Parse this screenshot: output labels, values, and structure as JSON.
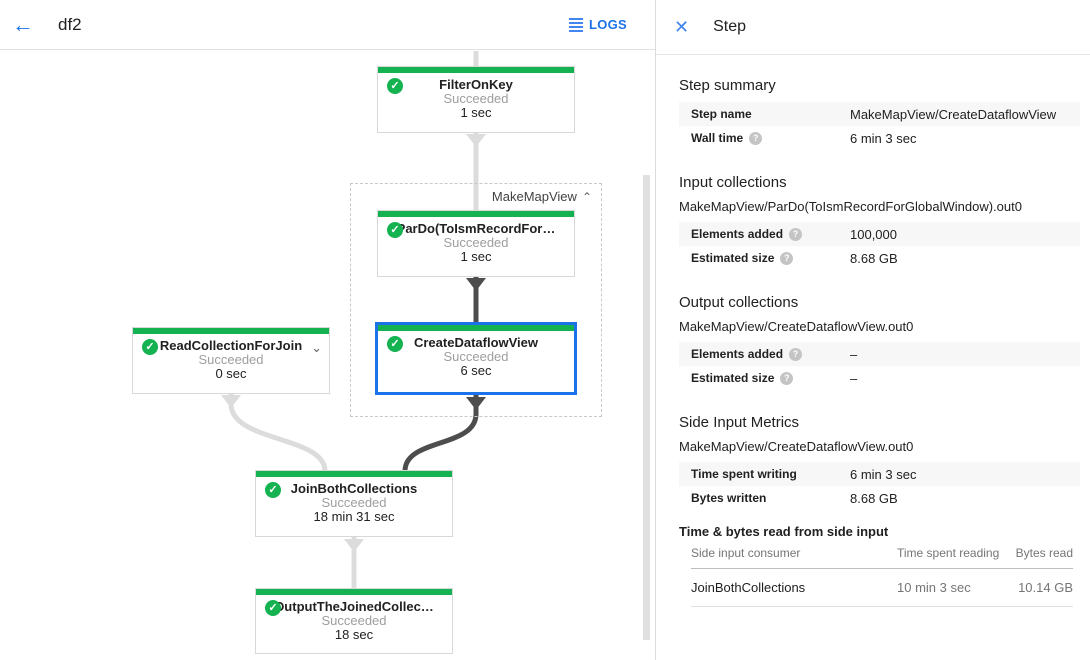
{
  "header": {
    "back_icon": "arrow-back",
    "job_title": "df2",
    "logs_label": "LOGS"
  },
  "panel": {
    "title": "Step",
    "close_icon": "close",
    "step_summary": {
      "heading": "Step summary",
      "rows": [
        {
          "label": "Step name",
          "value": "MakeMapView/CreateDataflowView",
          "help": false
        },
        {
          "label": "Wall time",
          "value": "6 min 3 sec",
          "help": true
        }
      ]
    },
    "input_collections": {
      "heading": "Input collections",
      "collection": "MakeMapView/ParDo(ToIsmRecordForGlobalWindow).out0",
      "rows": [
        {
          "label": "Elements added",
          "value": "100,000",
          "help": true
        },
        {
          "label": "Estimated size",
          "value": "8.68 GB",
          "help": true
        }
      ]
    },
    "output_collections": {
      "heading": "Output collections",
      "collection": "MakeMapView/CreateDataflowView.out0",
      "rows": [
        {
          "label": "Elements added",
          "value": "–",
          "help": true
        },
        {
          "label": "Estimated size",
          "value": "–",
          "help": true
        }
      ]
    },
    "side_input_metrics": {
      "heading": "Side Input Metrics",
      "collection": "MakeMapView/CreateDataflowView.out0",
      "rows": [
        {
          "label": "Time spent writing",
          "value": "6 min 3 sec",
          "help": false
        },
        {
          "label": "Bytes written",
          "value": "8.68 GB",
          "help": false
        }
      ]
    },
    "side_input_table": {
      "heading": "Time & bytes read from side input",
      "columns": [
        "Side input consumer",
        "Time spent reading",
        "Bytes read"
      ],
      "rows": [
        {
          "consumer": "JoinBothCollections",
          "time": "10 min 3 sec",
          "bytes": "10.14 GB"
        }
      ]
    }
  },
  "graph": {
    "group_label": "MakeMapView",
    "nodes": [
      {
        "title": "FilterOnKey",
        "status": "Succeeded",
        "time": "1 sec"
      },
      {
        "title": "ParDo(ToIsmRecordFor…",
        "status": "Succeeded",
        "time": "1 sec"
      },
      {
        "title": "CreateDataflowView",
        "status": "Succeeded",
        "time": "6 sec",
        "selected": true
      },
      {
        "title": "ReadCollectionForJoin",
        "status": "Succeeded",
        "time": "0 sec",
        "expandable": true
      },
      {
        "title": "JoinBothCollections",
        "status": "Succeeded",
        "time": "18 min 31 sec"
      },
      {
        "title": "OutputTheJoinedCollec…",
        "status": "Succeeded",
        "time": "18 sec"
      }
    ],
    "status_icon": "succeeded-check",
    "colors": {
      "success_green": "#14b250",
      "selected_blue": "#1a73e8",
      "edge_light": "#dcdcdc",
      "edge_dark": "#4d4d4d"
    }
  }
}
